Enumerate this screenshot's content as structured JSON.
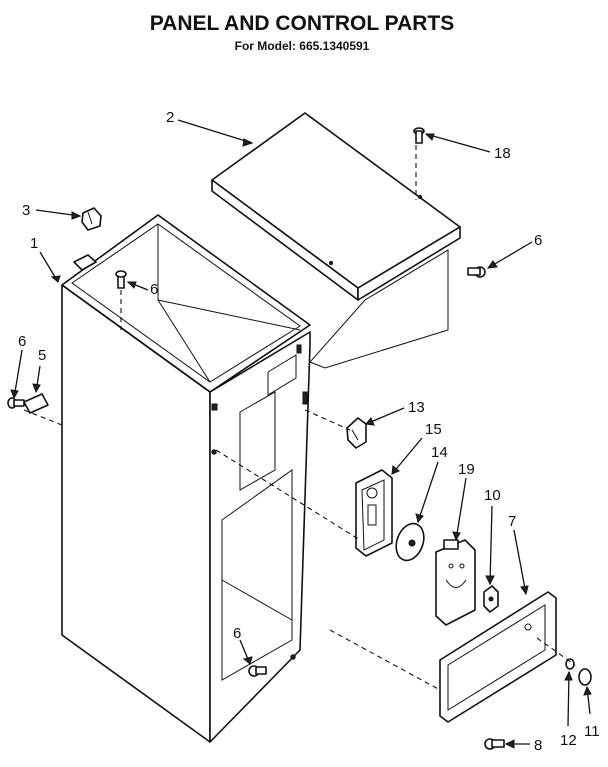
{
  "header": {
    "title": "PANEL AND CONTROL PARTS",
    "subtitle": "For Model: 665.1340591"
  },
  "callouts": [
    {
      "id": "c1",
      "label": "1"
    },
    {
      "id": "c2",
      "label": "2"
    },
    {
      "id": "c3",
      "label": "3"
    },
    {
      "id": "c5",
      "label": "5"
    },
    {
      "id": "c6a",
      "label": "6"
    },
    {
      "id": "c6b",
      "label": "6"
    },
    {
      "id": "c6c",
      "label": "6"
    },
    {
      "id": "c6d",
      "label": "6"
    },
    {
      "id": "c7",
      "label": "7"
    },
    {
      "id": "c8",
      "label": "8"
    },
    {
      "id": "c10",
      "label": "10"
    },
    {
      "id": "c11",
      "label": "11"
    },
    {
      "id": "c12",
      "label": "12"
    },
    {
      "id": "c13",
      "label": "13"
    },
    {
      "id": "c14",
      "label": "14"
    },
    {
      "id": "c15",
      "label": "15"
    },
    {
      "id": "c18",
      "label": "18"
    },
    {
      "id": "c19",
      "label": "19"
    }
  ]
}
